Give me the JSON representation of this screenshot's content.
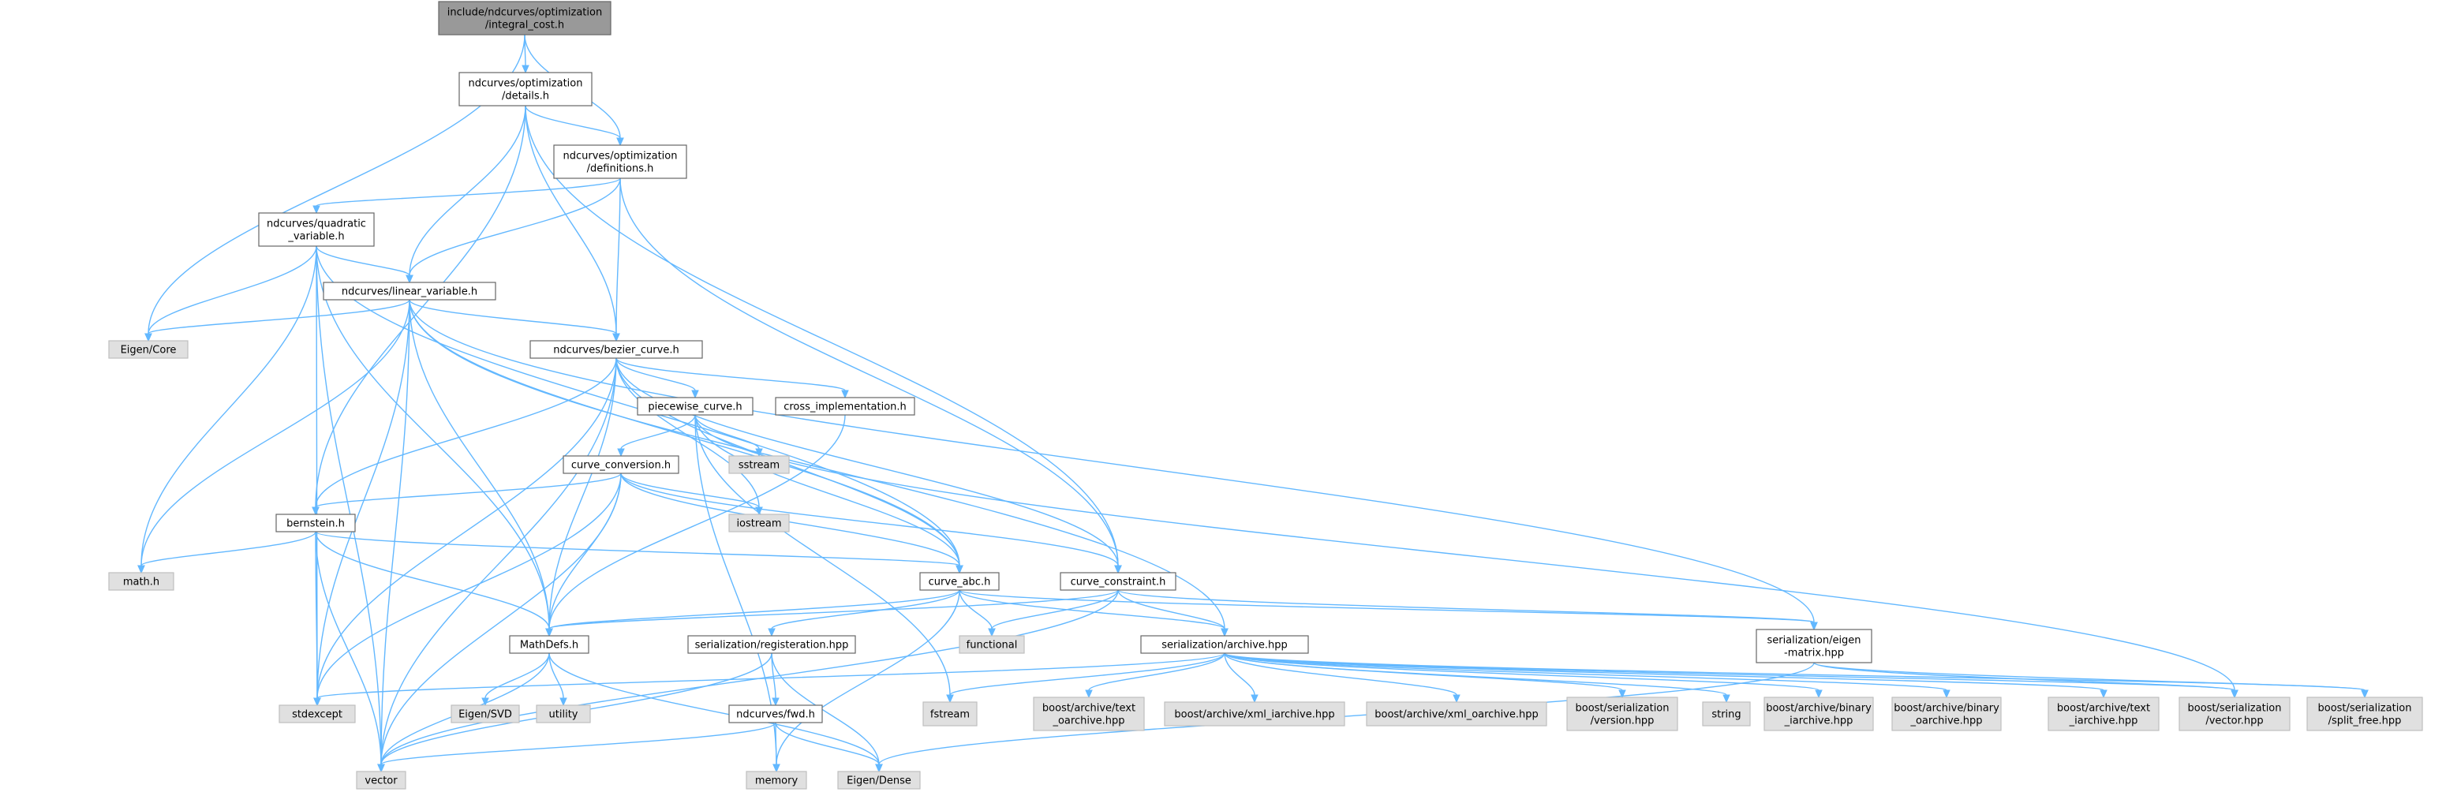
{
  "graph": {
    "colors": {
      "root_fill": "#999999",
      "local_fill": "#ffffff",
      "system_fill": "#e0e0e0",
      "border": "#666666",
      "edge": "#63b8ff"
    },
    "nodes": [
      {
        "id": "root",
        "lines": [
          "include/ndcurves/optimization",
          "/integral_cost.h"
        ],
        "kind": "root"
      },
      {
        "id": "details",
        "lines": [
          "ndcurves/optimization",
          "/details.h"
        ],
        "kind": "local"
      },
      {
        "id": "definitions",
        "lines": [
          "ndcurves/optimization",
          "/definitions.h"
        ],
        "kind": "local"
      },
      {
        "id": "quadratic",
        "lines": [
          "ndcurves/quadratic",
          "_variable.h"
        ],
        "kind": "local"
      },
      {
        "id": "linear",
        "lines": [
          "ndcurves/linear_variable.h"
        ],
        "kind": "local"
      },
      {
        "id": "eigencore",
        "lines": [
          "Eigen/Core"
        ],
        "kind": "system"
      },
      {
        "id": "bezier",
        "lines": [
          "ndcurves/bezier_curve.h"
        ],
        "kind": "local"
      },
      {
        "id": "piecewise",
        "lines": [
          "piecewise_curve.h"
        ],
        "kind": "local"
      },
      {
        "id": "crossimpl",
        "lines": [
          "cross_implementation.h"
        ],
        "kind": "local"
      },
      {
        "id": "sstream",
        "lines": [
          "sstream"
        ],
        "kind": "system"
      },
      {
        "id": "conversion",
        "lines": [
          "curve_conversion.h"
        ],
        "kind": "local"
      },
      {
        "id": "iostream",
        "lines": [
          "iostream"
        ],
        "kind": "system"
      },
      {
        "id": "bernstein",
        "lines": [
          "bernstein.h"
        ],
        "kind": "local"
      },
      {
        "id": "math",
        "lines": [
          "math.h"
        ],
        "kind": "system"
      },
      {
        "id": "curveabc",
        "lines": [
          "curve_abc.h"
        ],
        "kind": "local"
      },
      {
        "id": "constraint",
        "lines": [
          "curve_constraint.h"
        ],
        "kind": "local"
      },
      {
        "id": "sereigen",
        "lines": [
          "serialization/eigen",
          "-matrix.hpp"
        ],
        "kind": "local"
      },
      {
        "id": "functional",
        "lines": [
          "functional"
        ],
        "kind": "system"
      },
      {
        "id": "mathdefs",
        "lines": [
          "MathDefs.h"
        ],
        "kind": "local"
      },
      {
        "id": "serreg",
        "lines": [
          "serialization/registeration.hpp"
        ],
        "kind": "local"
      },
      {
        "id": "serarchive",
        "lines": [
          "serialization/archive.hpp"
        ],
        "kind": "local"
      },
      {
        "id": "stdexcept",
        "lines": [
          "stdexcept"
        ],
        "kind": "system"
      },
      {
        "id": "eigensvd",
        "lines": [
          "Eigen/SVD"
        ],
        "kind": "system"
      },
      {
        "id": "utility",
        "lines": [
          "utility"
        ],
        "kind": "system"
      },
      {
        "id": "fwd",
        "lines": [
          "ndcurves/fwd.h"
        ],
        "kind": "local"
      },
      {
        "id": "fstream",
        "lines": [
          "fstream"
        ],
        "kind": "system"
      },
      {
        "id": "txtoarch",
        "lines": [
          "boost/archive/text",
          "_oarchive.hpp"
        ],
        "kind": "system"
      },
      {
        "id": "xmliarch",
        "lines": [
          "boost/archive/xml_iarchive.hpp"
        ],
        "kind": "system"
      },
      {
        "id": "xmloarch",
        "lines": [
          "boost/archive/xml_oarchive.hpp"
        ],
        "kind": "system"
      },
      {
        "id": "bversion",
        "lines": [
          "boost/serialization",
          "/version.hpp"
        ],
        "kind": "system"
      },
      {
        "id": "string",
        "lines": [
          "string"
        ],
        "kind": "system"
      },
      {
        "id": "biniarch",
        "lines": [
          "boost/archive/binary",
          "_iarchive.hpp"
        ],
        "kind": "system"
      },
      {
        "id": "binoarch",
        "lines": [
          "boost/archive/binary",
          "_oarchive.hpp"
        ],
        "kind": "system"
      },
      {
        "id": "txtiarch",
        "lines": [
          "boost/archive/text",
          "_iarchive.hpp"
        ],
        "kind": "system"
      },
      {
        "id": "bvector",
        "lines": [
          "boost/serialization",
          "/vector.hpp"
        ],
        "kind": "system"
      },
      {
        "id": "bsplitfree",
        "lines": [
          "boost/serialization",
          "/split_free.hpp"
        ],
        "kind": "system"
      },
      {
        "id": "vector",
        "lines": [
          "vector"
        ],
        "kind": "system"
      },
      {
        "id": "memory",
        "lines": [
          "memory"
        ],
        "kind": "system"
      },
      {
        "id": "eigendense",
        "lines": [
          "Eigen/Dense"
        ],
        "kind": "system"
      }
    ],
    "edges": [
      [
        "root",
        "details"
      ],
      [
        "root",
        "definitions"
      ],
      [
        "root",
        "eigencore"
      ],
      [
        "details",
        "definitions"
      ],
      [
        "details",
        "linear"
      ],
      [
        "details",
        "bezier"
      ],
      [
        "details",
        "bernstein"
      ],
      [
        "details",
        "constraint"
      ],
      [
        "definitions",
        "quadratic"
      ],
      [
        "definitions",
        "linear"
      ],
      [
        "definitions",
        "bezier"
      ],
      [
        "definitions",
        "constraint"
      ],
      [
        "quadratic",
        "linear"
      ],
      [
        "quadratic",
        "eigencore"
      ],
      [
        "quadratic",
        "math"
      ],
      [
        "quadratic",
        "vector"
      ],
      [
        "quadratic",
        "stdexcept"
      ],
      [
        "quadratic",
        "curveabc"
      ],
      [
        "quadratic",
        "mathdefs"
      ],
      [
        "linear",
        "eigencore"
      ],
      [
        "linear",
        "bezier"
      ],
      [
        "linear",
        "math"
      ],
      [
        "linear",
        "stdexcept"
      ],
      [
        "linear",
        "vector"
      ],
      [
        "linear",
        "mathdefs"
      ],
      [
        "linear",
        "curveabc"
      ],
      [
        "linear",
        "serarchive"
      ],
      [
        "linear",
        "sereigen"
      ],
      [
        "bezier",
        "piecewise"
      ],
      [
        "bezier",
        "crossimpl"
      ],
      [
        "bezier",
        "bernstein"
      ],
      [
        "bezier",
        "curveabc"
      ],
      [
        "bezier",
        "constraint"
      ],
      [
        "bezier",
        "mathdefs"
      ],
      [
        "bezier",
        "stdexcept"
      ],
      [
        "bezier",
        "vector"
      ],
      [
        "bezier",
        "iostream"
      ],
      [
        "piecewise",
        "conversion"
      ],
      [
        "piecewise",
        "sstream"
      ],
      [
        "piecewise",
        "curveabc"
      ],
      [
        "piecewise",
        "fstream"
      ],
      [
        "piecewise",
        "memory"
      ],
      [
        "piecewise",
        "bvector"
      ],
      [
        "crossimpl",
        "mathdefs"
      ],
      [
        "conversion",
        "bernstein"
      ],
      [
        "conversion",
        "iostream"
      ],
      [
        "conversion",
        "curveabc"
      ],
      [
        "conversion",
        "constraint"
      ],
      [
        "conversion",
        "mathdefs"
      ],
      [
        "conversion",
        "stdexcept"
      ],
      [
        "conversion",
        "vector"
      ],
      [
        "bernstein",
        "math"
      ],
      [
        "bernstein",
        "mathdefs"
      ],
      [
        "bernstein",
        "stdexcept"
      ],
      [
        "bernstein",
        "vector"
      ],
      [
        "bernstein",
        "curveabc"
      ],
      [
        "curveabc",
        "mathdefs"
      ],
      [
        "curveabc",
        "serarchive"
      ],
      [
        "curveabc",
        "sereigen"
      ],
      [
        "curveabc",
        "functional"
      ],
      [
        "curveabc",
        "memory"
      ],
      [
        "curveabc",
        "serreg"
      ],
      [
        "constraint",
        "mathdefs"
      ],
      [
        "constraint",
        "serarchive"
      ],
      [
        "constraint",
        "sereigen"
      ],
      [
        "constraint",
        "functional"
      ],
      [
        "constraint",
        "vector"
      ],
      [
        "mathdefs",
        "eigensvd"
      ],
      [
        "mathdefs",
        "utility"
      ],
      [
        "mathdefs",
        "vector"
      ],
      [
        "mathdefs",
        "eigendense"
      ],
      [
        "serreg",
        "fwd"
      ],
      [
        "serreg",
        "eigendense"
      ],
      [
        "serreg",
        "vector"
      ],
      [
        "serarchive",
        "stdexcept"
      ],
      [
        "serarchive",
        "fstream"
      ],
      [
        "serarchive",
        "txtoarch"
      ],
      [
        "serarchive",
        "xmliarch"
      ],
      [
        "serarchive",
        "xmloarch"
      ],
      [
        "serarchive",
        "bversion"
      ],
      [
        "serarchive",
        "string"
      ],
      [
        "serarchive",
        "biniarch"
      ],
      [
        "serarchive",
        "binoarch"
      ],
      [
        "serarchive",
        "txtiarch"
      ],
      [
        "serarchive",
        "bvector"
      ],
      [
        "serarchive",
        "bsplitfree"
      ],
      [
        "sereigen",
        "bvector"
      ],
      [
        "sereigen",
        "bsplitfree"
      ],
      [
        "sereigen",
        "eigendense"
      ],
      [
        "fwd",
        "vector"
      ],
      [
        "fwd",
        "memory"
      ],
      [
        "fwd",
        "eigendense"
      ]
    ]
  }
}
